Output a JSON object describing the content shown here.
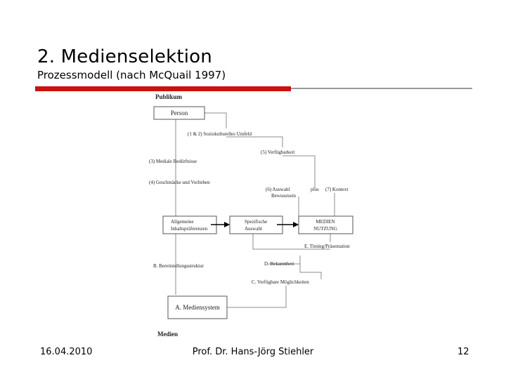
{
  "slide": {
    "title": "2. Medienselektion",
    "subtitle": "Prozessmodell (nach McQuail 1997)"
  },
  "diagram": {
    "top_label": "Publikum",
    "bottom_label": "Medien",
    "nodes": {
      "person": "Person",
      "allgemeine_1": "Allgemeine",
      "allgemeine_2": "Inhaltspräferenzen",
      "spezifische_1": "Spezifische",
      "spezifische_2": "Auswahl",
      "mediennutzung_1": "MEDIEN",
      "mediennutzung_2": "NUTZUNG",
      "mediensystem": "A. Mediensystem"
    },
    "labels": {
      "sozio": "(1 & 2) Soziokulturelles Umfeld",
      "verfuegbarkeit": "(5) Verfügbarkeit",
      "beduerfnisse": "(3) Mediale Bedürfnisse",
      "geschmaecke": "(4) Geschmäcke und Vorlieben",
      "auswahl_1": "(6) Auswahl",
      "auswahl_2": "Bewusstsein",
      "plus": "plus",
      "kontext": "(7) Kontext",
      "timing": "E. Timing/Präsentation",
      "bereitstellung": "B. Bereitstellungsstruktur",
      "bekanntheit": "D. Bekanntheit",
      "moeglichkeiten": "C. Verfügbare Möglichkeiten"
    }
  },
  "footer": {
    "date": "16.04.2010",
    "author": "Prof. Dr. Hans-Jörg Stiehler",
    "page": "12"
  }
}
